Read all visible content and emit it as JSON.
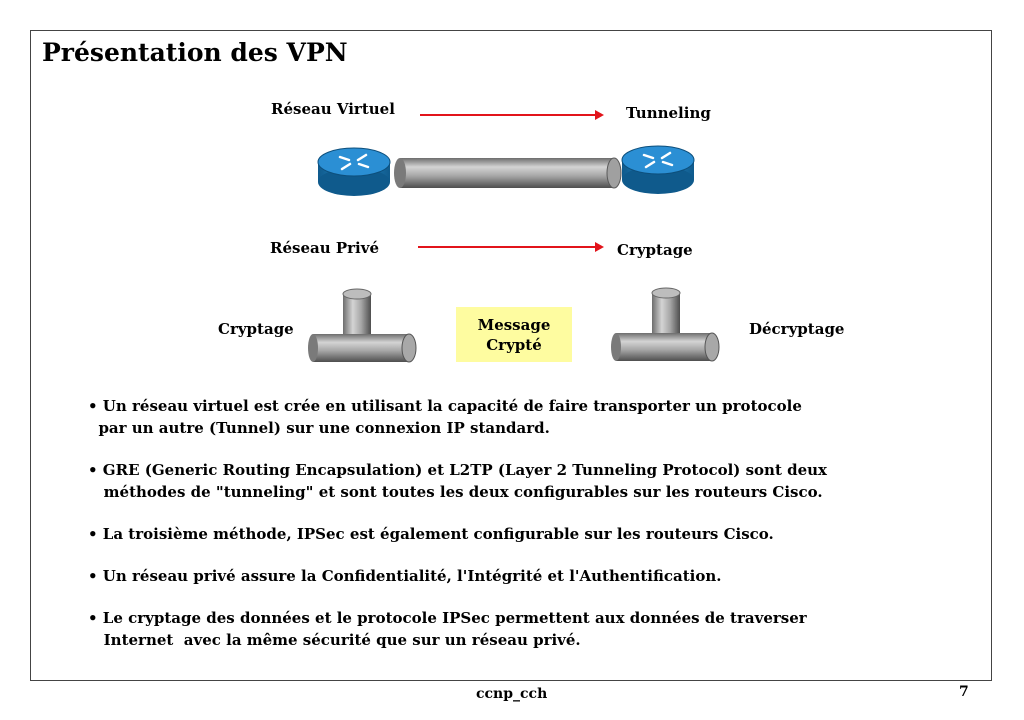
{
  "title": "Présentation des VPN",
  "diagram": {
    "row1": {
      "left_label": "Réseau Virtuel",
      "right_label": "Tunneling"
    },
    "row2": {
      "left_label": "Réseau Privé",
      "right_label": "Cryptage"
    },
    "row3": {
      "left_label": "Cryptage",
      "message_line1": "Message",
      "message_line2": "Crypté",
      "right_label": "Décryptage"
    },
    "arrow_color": "#e2141b",
    "router_color": "#1f7fbf",
    "message_box_color": "#fefca0"
  },
  "bullets": [
    {
      "lines": [
        "• Un réseau virtuel est crée en utilisant la capacité de faire transporter un protocole",
        "  par un autre (Tunnel) sur une connexion IP standard."
      ]
    },
    {
      "lines": [
        "• GRE (Generic Routing Encapsulation) et L2TP (Layer 2 Tunneling Protocol) sont deux",
        "   méthodes de \"tunneling\" et sont toutes les deux configurables sur les routeurs Cisco."
      ]
    },
    {
      "lines": [
        "• La troisième méthode, IPSec est également configurable sur les routeurs Cisco."
      ]
    },
    {
      "lines": [
        "• Un réseau privé assure la Confidentialité, l'Intégrité et l'Authentification."
      ]
    },
    {
      "lines": [
        "• Le cryptage des données et le protocole IPSec permettent aux données de traverser",
        "   Internet  avec la même sécurité que sur un réseau privé."
      ]
    }
  ],
  "footer": {
    "center_text": "ccnp_cch",
    "page_number": "7"
  }
}
